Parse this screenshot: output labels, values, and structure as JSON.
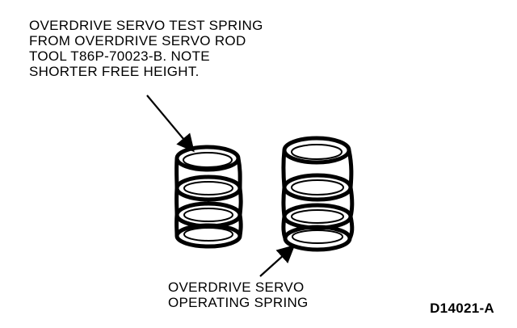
{
  "diagram": {
    "test_spring_label": [
      "OVERDRIVE SERVO TEST SPRING",
      "FROM OVERDRIVE SERVO ROD",
      "TOOL T86P-70023-B. NOTE",
      "SHORTER FREE HEIGHT."
    ],
    "operating_spring_label": [
      "OVERDRIVE SERVO",
      "OPERATING SPRING"
    ],
    "figure_code": "D14021-A"
  },
  "colors": {
    "ink": "#000000",
    "background": "#ffffff"
  }
}
